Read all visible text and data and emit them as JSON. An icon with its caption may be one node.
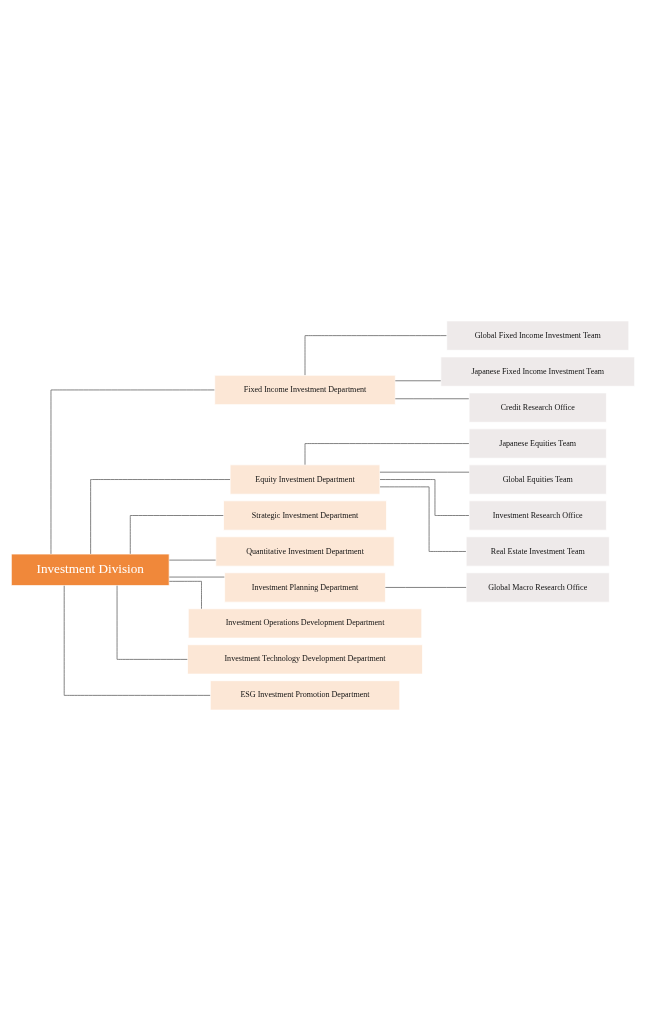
{
  "diagram": {
    "nodes": [
      {
        "text": [
          "Investment Division"
        ]
      },
      {
        "text": [
          "Fixed Income Investment Department"
        ]
      },
      {
        "text": [
          "Global Fixed Income Investment Team"
        ]
      },
      {
        "text": [
          "Japanese Fixed Income Investment Team"
        ]
      },
      {
        "text": [
          "Credit Research Office"
        ]
      },
      {
        "text": [
          "Equity Investment Department"
        ]
      },
      {
        "text": [
          "Japanese Equities Team"
        ]
      },
      {
        "text": [
          "Global Equities Team"
        ]
      },
      {
        "text": [
          "Investment Research Office"
        ]
      },
      {
        "text": [
          "Real Estate Investment Team"
        ]
      },
      {
        "text": [
          "Strategic Investment Department"
        ]
      },
      {
        "text": [
          "Quantitative Investment Department"
        ]
      },
      {
        "text": [
          "Investment Planning Department"
        ]
      },
      {
        "text": [
          "Global Macro Research Office"
        ]
      },
      {
        "text": [
          "Investment Operations Development Department"
        ]
      },
      {
        "text": [
          "Investment Technology Development Department"
        ]
      },
      {
        "text": [
          "ESG Investment Promotion Department"
        ]
      }
    ],
    "edges": [
      {
        "from": 0,
        "to": 1,
        "arrow": "none"
      },
      {
        "from": 1,
        "to": 2,
        "arrow": "none"
      },
      {
        "from": 1,
        "to": 3,
        "arrow": "none"
      },
      {
        "from": 1,
        "to": 4,
        "arrow": "none"
      },
      {
        "from": 0,
        "to": 5,
        "arrow": "none"
      },
      {
        "from": 5,
        "to": 6,
        "arrow": "none"
      },
      {
        "from": 5,
        "to": 7,
        "arrow": "none"
      },
      {
        "from": 5,
        "to": 8,
        "arrow": "none"
      },
      {
        "from": 5,
        "to": 9,
        "arrow": "none"
      },
      {
        "from": 0,
        "to": 10,
        "arrow": "none"
      },
      {
        "from": 0,
        "to": 11,
        "arrow": "none"
      },
      {
        "from": 0,
        "to": 12,
        "arrow": "none"
      },
      {
        "from": 12,
        "to": 13,
        "arrow": "none"
      },
      {
        "from": 0,
        "to": 14,
        "arrow": "none"
      },
      {
        "from": 0,
        "to": 15,
        "arrow": "none"
      },
      {
        "from": 0,
        "to": 16,
        "arrow": "none"
      }
    ]
  }
}
